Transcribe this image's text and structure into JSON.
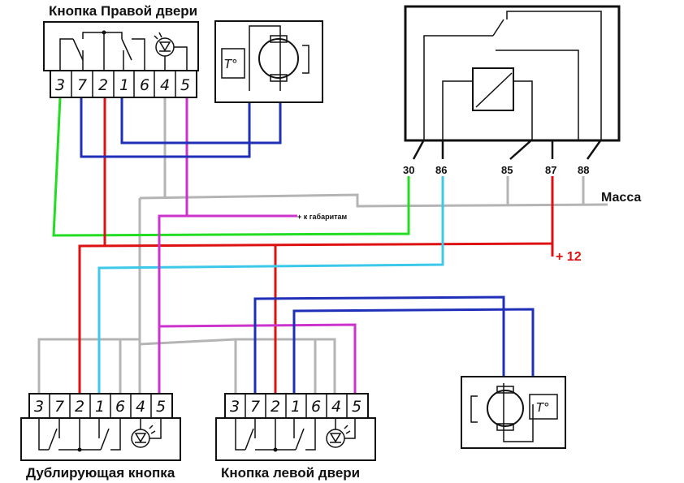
{
  "labels": {
    "right_door_button": "Кнопка Правой двери",
    "duplicate_button": "Дублирующая кнопка",
    "left_door_button": "Кнопка левой двери",
    "ground": "Масса",
    "plus12": "+ 12",
    "to_marker_lights": "+ к габаритам"
  },
  "switch_pins": [
    "3",
    "7",
    "2",
    "1",
    "6",
    "4",
    "5"
  ],
  "relay_pins": [
    "30",
    "86",
    "85",
    "87",
    "88"
  ],
  "motor_thermal_symbol": "T°",
  "colors": {
    "green": "#22dd22",
    "red": "#dd1111",
    "blue": "#1f2fb8",
    "cyan": "#3cc8e8",
    "gray": "#b4b4b4",
    "magenta": "#cc33cc",
    "black": "#111111"
  }
}
